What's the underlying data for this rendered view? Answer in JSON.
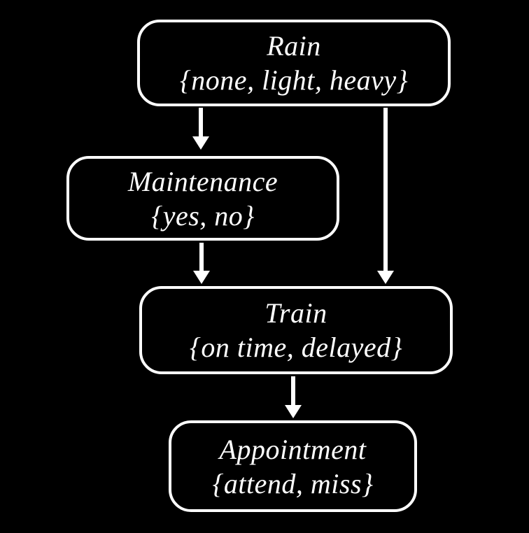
{
  "colors": {
    "background": "#000000",
    "node_fill": "#000000",
    "node_border": "#ffffff",
    "text": "#ffffff",
    "arrow": "#ffffff"
  },
  "diagram": {
    "kind": "bayesian-network",
    "nodes": [
      {
        "id": "rain",
        "label": "Rain",
        "values": "{none, light, heavy}"
      },
      {
        "id": "maintenance",
        "label": "Maintenance",
        "values": "{yes, no}"
      },
      {
        "id": "train",
        "label": "Train",
        "values": "{on time, delayed}"
      },
      {
        "id": "appointment",
        "label": "Appointment",
        "values": "{attend, miss}"
      }
    ],
    "edges": [
      {
        "from": "rain",
        "to": "maintenance"
      },
      {
        "from": "rain",
        "to": "train"
      },
      {
        "from": "maintenance",
        "to": "train"
      },
      {
        "from": "train",
        "to": "appointment"
      }
    ]
  }
}
